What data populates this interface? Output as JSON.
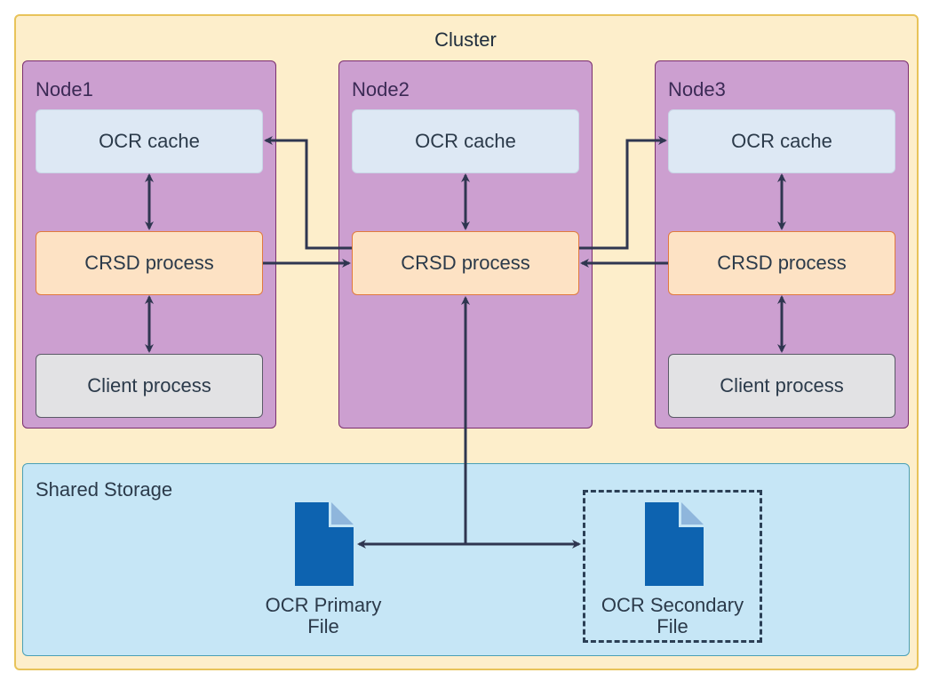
{
  "cluster": {
    "title": "Cluster"
  },
  "nodes": [
    {
      "label": "Node1",
      "cache": "OCR cache",
      "crsd": "CRSD process",
      "client": "Client process"
    },
    {
      "label": "Node2",
      "cache": "OCR cache",
      "crsd": "CRSD process"
    },
    {
      "label": "Node3",
      "cache": "OCR cache",
      "crsd": "CRSD process",
      "client": "Client process"
    }
  ],
  "storage": {
    "label": "Shared Storage",
    "primary": {
      "line1": "OCR Primary",
      "line2": "File"
    },
    "secondary": {
      "line1": "OCR Secondary",
      "line2": "File"
    }
  },
  "colors": {
    "cluster_bg": "#fdeecb",
    "node_bg": "#cc9fd0",
    "cache_bg": "#dde8f4",
    "crsd_bg": "#fde2c4",
    "client_bg": "#e2e2e4",
    "storage_bg": "#c6e6f6",
    "file_icon": "#0d63b0",
    "arrow": "#2f3650"
  }
}
